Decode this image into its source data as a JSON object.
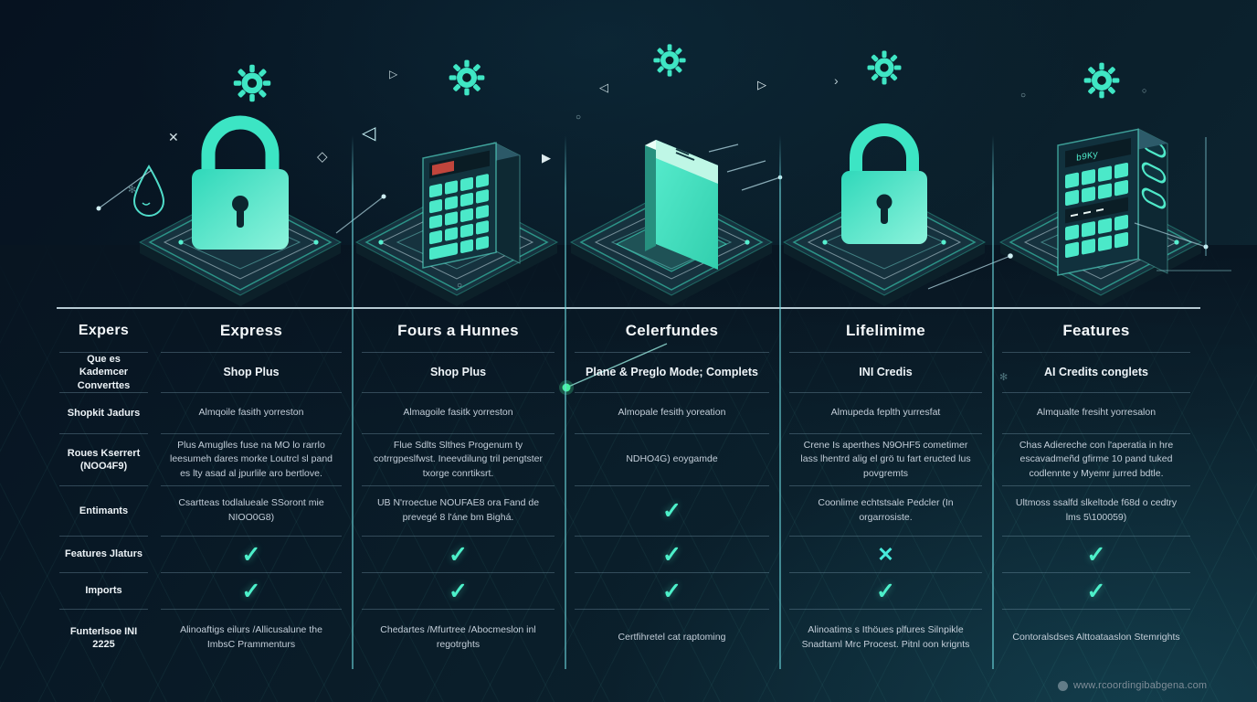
{
  "colors": {
    "accent_teal": "#3fe6c4",
    "check_green": "#4df0ca",
    "background_dark": "#0a1d29",
    "text_primary": "#f4f8fa",
    "text_secondary": "#c3ced9"
  },
  "chart_data": {
    "type": "table",
    "title": "",
    "columns": [
      "Expers",
      "Express",
      "Fours a Hunnes",
      "Celerfundes",
      "Lifelimime",
      "Features"
    ],
    "rows": [
      {
        "label": "Que es Kademcer Converttes",
        "cells": [
          "Shop Plus",
          "Shop Plus",
          "Plane & Preglo Mode; Complets",
          "INI Credis",
          "AI Credits conglets"
        ]
      },
      {
        "label": "Shopkit Jadurs",
        "cells": [
          "Almqoile fasith yorreston",
          "Almagoile fasitk yorreston",
          "Almopale fesith yoreation",
          "Almupeda feplth yurresfat",
          "Almqualte fresiht yorresalon"
        ]
      },
      {
        "label": "Roues Kserrert (NOO4F9)",
        "cells": [
          "Plus Amuglles fuse na MO lo rarrlo leesumeh dares morke Loutrcl sl pand es lty asad al jpurlile aro bertlove.",
          "Flue Sdlts Slthes Progenum ty cotrrgpeslfwst. Ineevdilung tril pengtster txorge conrtiksrt.",
          "NDHO4G) eoygamde",
          "Crene Is aperthes N9OHF5 cometimer lass lhentrd alig el grö tu fart eructed lus povgremts",
          "Chas Adiereche con l'aperatia in hre escavadmeñd gfirme 10 pand tuked codlennte y Myemr jurred bdtle."
        ]
      },
      {
        "label": "Entimants",
        "cells": [
          "Csartteas todlalueale SSoront mie NIOO0G8)",
          "UB N'rroectue NOUFAE8 ora Fand de prevegé 8 l'áne bm Bighá.",
          "✓",
          "Coonlime echtstsale Pedcler (In orgarrosiste.",
          "Ultmoss ssalfd slkeltode f68d o cedtry lms 5\\100059)"
        ]
      },
      {
        "label": "Features Jlaturs",
        "cells": [
          "✓",
          "✓",
          "✓",
          "✕",
          "✓"
        ]
      },
      {
        "label": "Imports",
        "cells": [
          "✓",
          "✓",
          "✓",
          "✓",
          "✓"
        ]
      },
      {
        "label": "Funterlsoe INI 2225",
        "cells": [
          "Alinoaftigs eilurs /Allicusalune the ImbsC Prammenturs",
          "Chedartes /Mfurtree /Abocmeslon inl regotrghts",
          "Certfihretel cat raptoming",
          "Alinoatims s Ithöues plfures Silnpikle Snadtaml Mrc Procest. Pitnl oon krignts",
          "Contoralsdses Alttoataaslon Stemrights"
        ]
      }
    ]
  },
  "footer": {
    "watermark": "www.rcoordingibabgena.com"
  }
}
